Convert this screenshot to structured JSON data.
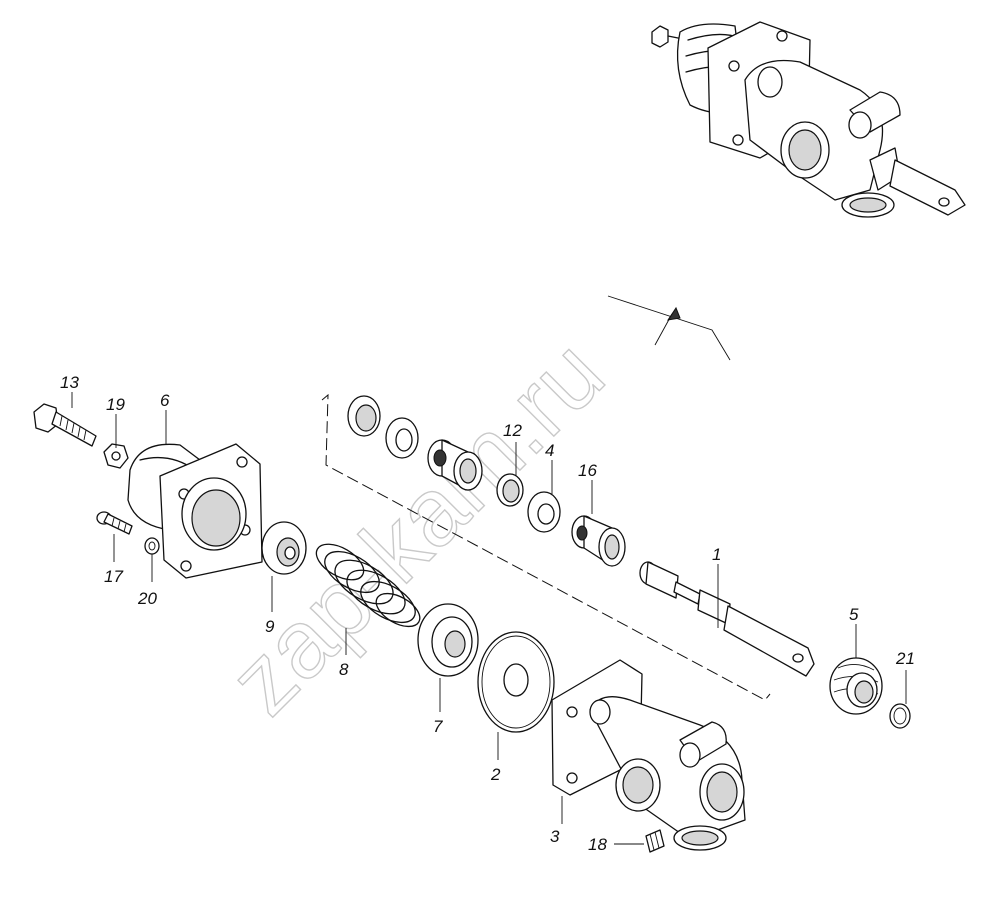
{
  "watermark": "zap-kam.ru",
  "callouts": [
    {
      "id": "1",
      "text": "1"
    },
    {
      "id": "2",
      "text": "2"
    },
    {
      "id": "3",
      "text": "3"
    },
    {
      "id": "4",
      "text": "4"
    },
    {
      "id": "5",
      "text": "5"
    },
    {
      "id": "6",
      "text": "6"
    },
    {
      "id": "7",
      "text": "7"
    },
    {
      "id": "8",
      "text": "8"
    },
    {
      "id": "9",
      "text": "9"
    },
    {
      "id": "12",
      "text": "12"
    },
    {
      "id": "13",
      "text": "13"
    },
    {
      "id": "16",
      "text": "16"
    },
    {
      "id": "17",
      "text": "17"
    },
    {
      "id": "18",
      "text": "18"
    },
    {
      "id": "19",
      "text": "19"
    },
    {
      "id": "20",
      "text": "20"
    },
    {
      "id": "21",
      "text": "21"
    }
  ]
}
